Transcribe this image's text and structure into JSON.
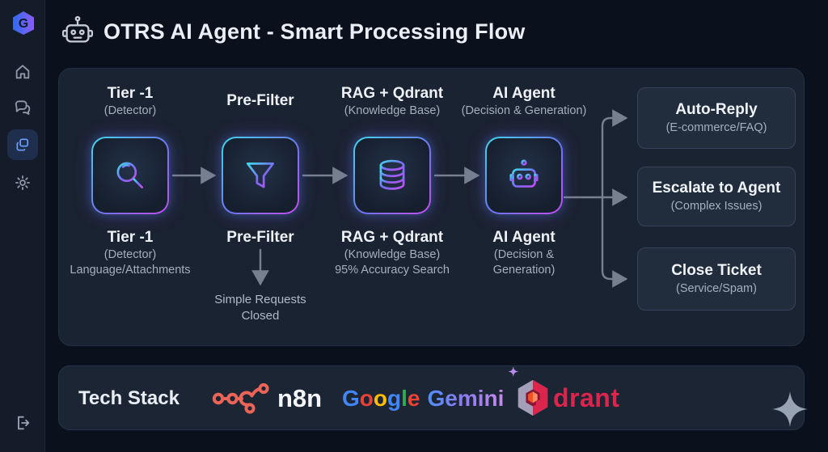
{
  "app": {
    "title": "OTRS AI Agent - Smart Processing Flow"
  },
  "sidebar": {
    "logo_icon": "hexagon-g-logo",
    "items": [
      {
        "icon": "home-icon"
      },
      {
        "icon": "chat-icon"
      },
      {
        "icon": "workflow-cards-icon",
        "active": true
      },
      {
        "icon": "settings-gear-icon"
      }
    ],
    "logout_icon": "logout-icon"
  },
  "flow": {
    "stages": [
      {
        "title": "Tier -1",
        "subtitle": "(Detector)",
        "icon": "search-icon",
        "caption_title": "Tier -1",
        "caption_lines": [
          "(Detector)",
          "Language/Attachments"
        ]
      },
      {
        "title": "Pre-Filter",
        "subtitle": "",
        "icon": "filter-icon",
        "caption_title": "Pre-Filter",
        "drop_note": "Simple Requests Closed"
      },
      {
        "title": "RAG + Qdrant",
        "subtitle": "(Knowledge Base)",
        "icon": "database-icon",
        "caption_title": "RAG + Qdrant",
        "caption_lines": [
          "(Knowledge Base)",
          "95% Accuracy Search"
        ]
      },
      {
        "title": "AI Agent",
        "subtitle": "(Decision & Generation)",
        "icon": "robot-icon",
        "caption_title": "AI Agent",
        "caption_lines": [
          "(Decision &",
          "Generation)"
        ]
      }
    ],
    "outcomes": [
      {
        "title": "Auto-Reply",
        "subtitle": "(E-commerce/FAQ)"
      },
      {
        "title": "Escalate to Agent",
        "subtitle": "(Complex Issues)"
      },
      {
        "title": "Close Ticket",
        "subtitle": "(Service/Spam)"
      }
    ]
  },
  "tech": {
    "label": "Tech Stack",
    "n8n": {
      "text": "n8n",
      "color": "#ea6557"
    },
    "google": {
      "letters": [
        "G",
        "o",
        "o",
        "g",
        "l",
        "e"
      ],
      "gemini": "Gemini",
      "star": "✦"
    },
    "qdrant": {
      "text": "drant",
      "color": "#dc244c"
    }
  },
  "colors": {
    "background": "#0a101c",
    "panel": "#1a2331",
    "node_gradient_start": "#3fd9ec",
    "node_gradient_end": "#c44df0",
    "arrow": "#76808f",
    "outcome_bg": "#212c3d",
    "n8n_coral": "#ea6557",
    "qdrant_red": "#dc244c"
  }
}
